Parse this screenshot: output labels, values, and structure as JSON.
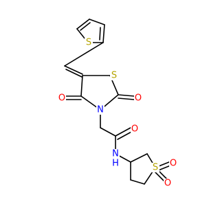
{
  "molecule": {
    "atoms": [
      {
        "id": "S_thio",
        "label": "S",
        "color": "#b5a400"
      },
      {
        "id": "S_ring",
        "label": "S",
        "color": "#b5a400"
      },
      {
        "id": "O_4",
        "label": "O",
        "color": "#ff0000"
      },
      {
        "id": "O_2",
        "label": "O",
        "color": "#ff0000"
      },
      {
        "id": "N_3",
        "label": "N",
        "color": "#0000ff"
      },
      {
        "id": "O_amide",
        "label": "O",
        "color": "#ff0000"
      },
      {
        "id": "N_amide",
        "label": "N",
        "color": "#0000ff"
      },
      {
        "id": "H_amide",
        "label": "H",
        "color": "#0000ff"
      },
      {
        "id": "S_sulfone",
        "label": "S",
        "color": "#b5a400"
      },
      {
        "id": "O_s1",
        "label": "O",
        "color": "#ff0000"
      },
      {
        "id": "O_s2",
        "label": "O",
        "color": "#ff0000"
      }
    ]
  }
}
